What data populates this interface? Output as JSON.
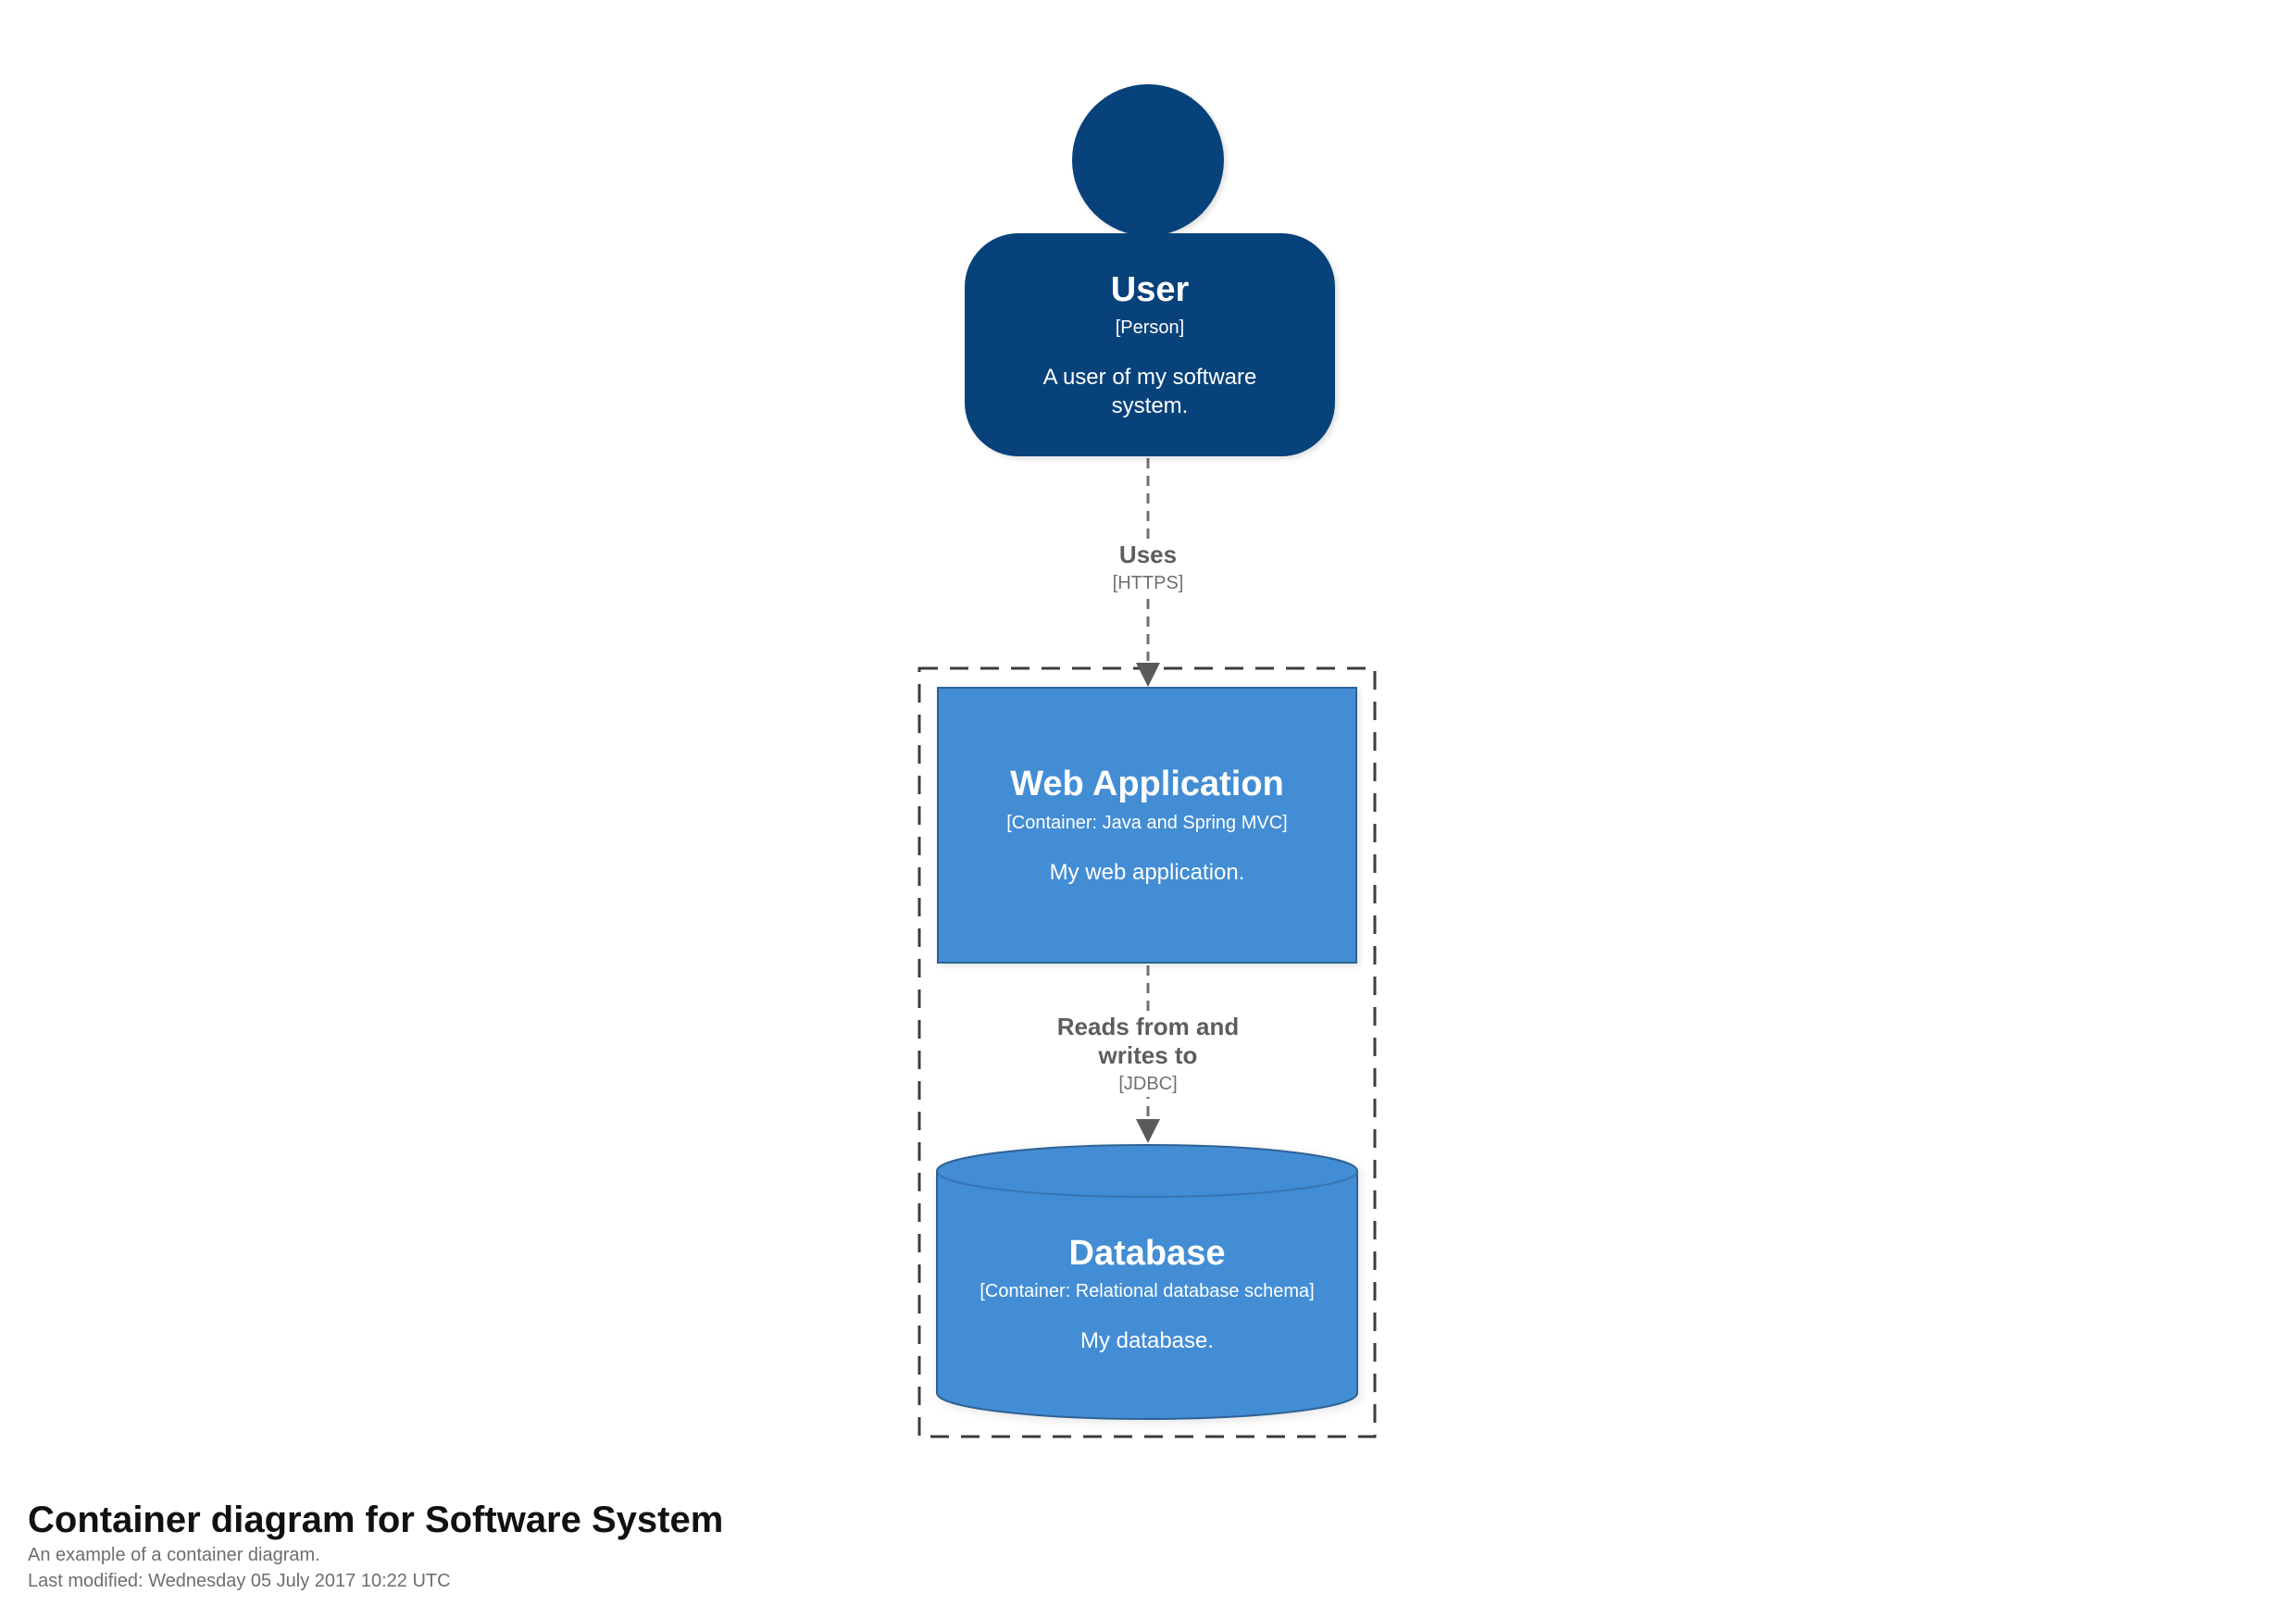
{
  "colors": {
    "canvas-bg": "#ffffff",
    "person-bg": "#08427b",
    "container-bg": "#438dd5",
    "container-border": "#2e6295",
    "node-text": "#ffffff",
    "relationship-line": "#707070",
    "relationship-text": "#5d5d5d",
    "arrowhead": "#5a5a5a",
    "boundary-line": "#3c3c3c",
    "footer-title": "#111111",
    "footer-text": "#6e6e6e"
  },
  "diagram": {
    "person": {
      "name": "User",
      "meta": "[Person]",
      "description": "A user of my software system."
    },
    "containers": [
      {
        "name": "Web Application",
        "meta": "[Container: Java and Spring MVC]",
        "description": "My web application.",
        "shape": "box"
      },
      {
        "name": "Database",
        "meta": "[Container: Relational database schema]",
        "description": "My database.",
        "shape": "cylinder"
      }
    ],
    "relationships": [
      {
        "label": "Uses",
        "meta": "[HTTPS]"
      },
      {
        "label": "Reads from and writes to",
        "meta": "[JDBC]"
      }
    ]
  },
  "footer": {
    "title": "Container diagram for Software System",
    "subtitle": "An example of a container diagram.",
    "last_modified": "Last modified: Wednesday 05 July 2017 10:22 UTC"
  }
}
